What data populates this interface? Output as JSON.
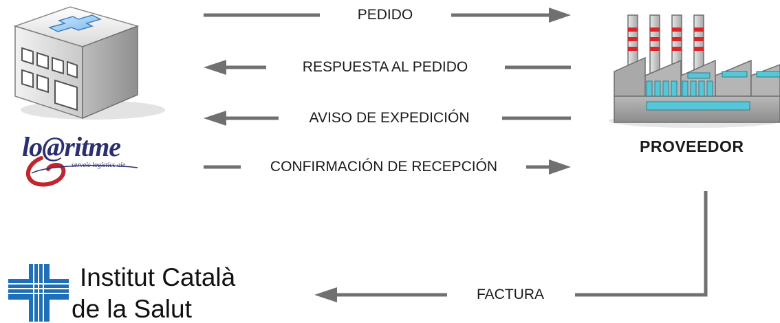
{
  "flows": [
    {
      "id": "pedido",
      "label": "PEDIDO",
      "direction": "right"
    },
    {
      "id": "respuesta",
      "label": "RESPUESTA AL PEDIDO",
      "direction": "left"
    },
    {
      "id": "aviso",
      "label": "AVISO DE EXPEDICIÓN",
      "direction": "left"
    },
    {
      "id": "confirmacion",
      "label": "CONFIRMACIÓN DE RECEPCIÓN",
      "direction": "right"
    },
    {
      "id": "factura",
      "label": "FACTURA",
      "direction": "left"
    }
  ],
  "actors": {
    "logistics": {
      "logo_text": "lo@ritme",
      "logo_subtext": "serveis logístics aie",
      "icon": "hospital-building-icon"
    },
    "supplier": {
      "label": "PROVEEDOR",
      "icon": "factory-icon"
    },
    "health_institute": {
      "name_line1": "Institut Català",
      "name_line2": "de la Salut",
      "icon": "blue-cross-icon"
    }
  },
  "colors": {
    "arrow": "#707070",
    "text": "#1a1a1a",
    "logo_blue": "#2c2f6e",
    "logo_red": "#c0272d",
    "cross_blue": "#1e6fb8",
    "factory_stripe": "#d8262a",
    "factory_window": "#55c7d8"
  }
}
